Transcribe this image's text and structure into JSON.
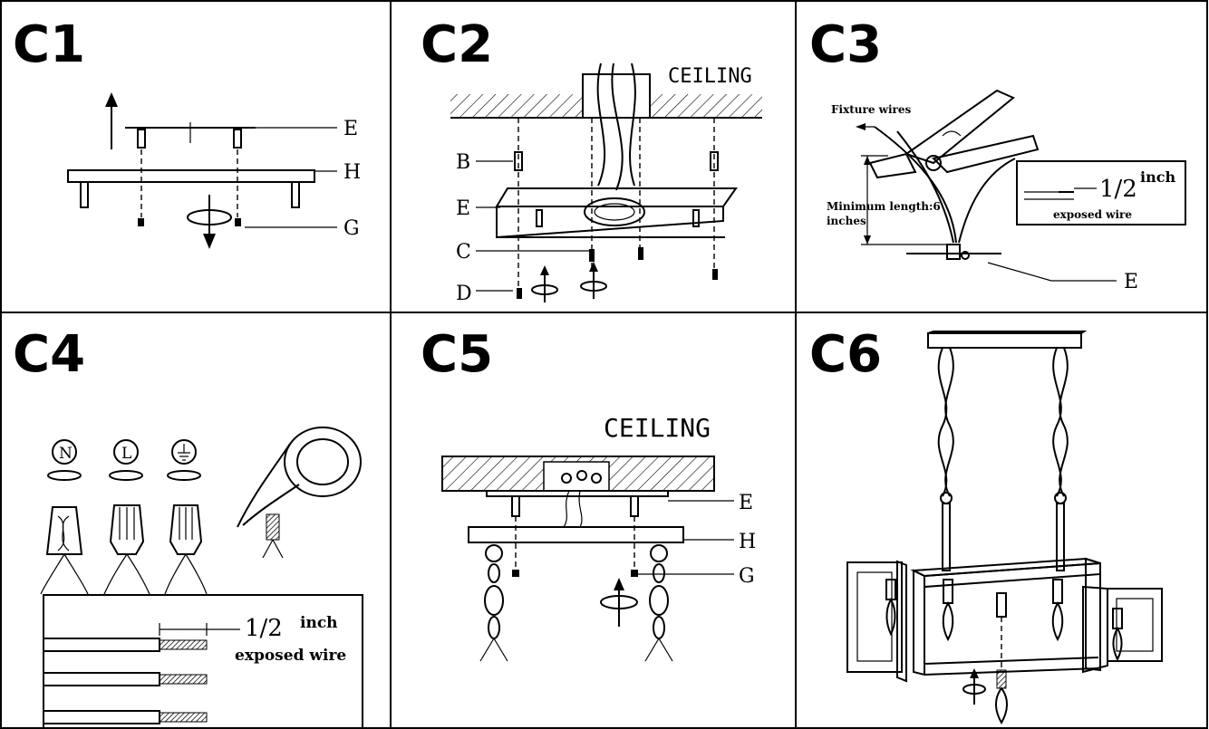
{
  "panels": {
    "c1": {
      "step": "C1",
      "labels": [
        "E",
        "H",
        "G"
      ]
    },
    "c2": {
      "step": "C2",
      "ceiling": "CEILING",
      "labels": [
        "B",
        "E",
        "C",
        "D"
      ]
    },
    "c3": {
      "step": "C3",
      "fixture_wires": "Fixture wires",
      "min_length_1": "Minimum length:6",
      "min_length_2": "inches",
      "half": "1/2",
      "inch": "inch",
      "exposed": "exposed wire",
      "label_e": "E"
    },
    "c4": {
      "step": "C4",
      "symbol_n": "N",
      "symbol_l": "L",
      "half": "1/2",
      "inch": "inch",
      "exposed": "exposed wire"
    },
    "c5": {
      "step": "C5",
      "ceiling": "CEILING",
      "labels": [
        "E",
        "H",
        "G"
      ]
    },
    "c6": {
      "step": "C6"
    }
  }
}
